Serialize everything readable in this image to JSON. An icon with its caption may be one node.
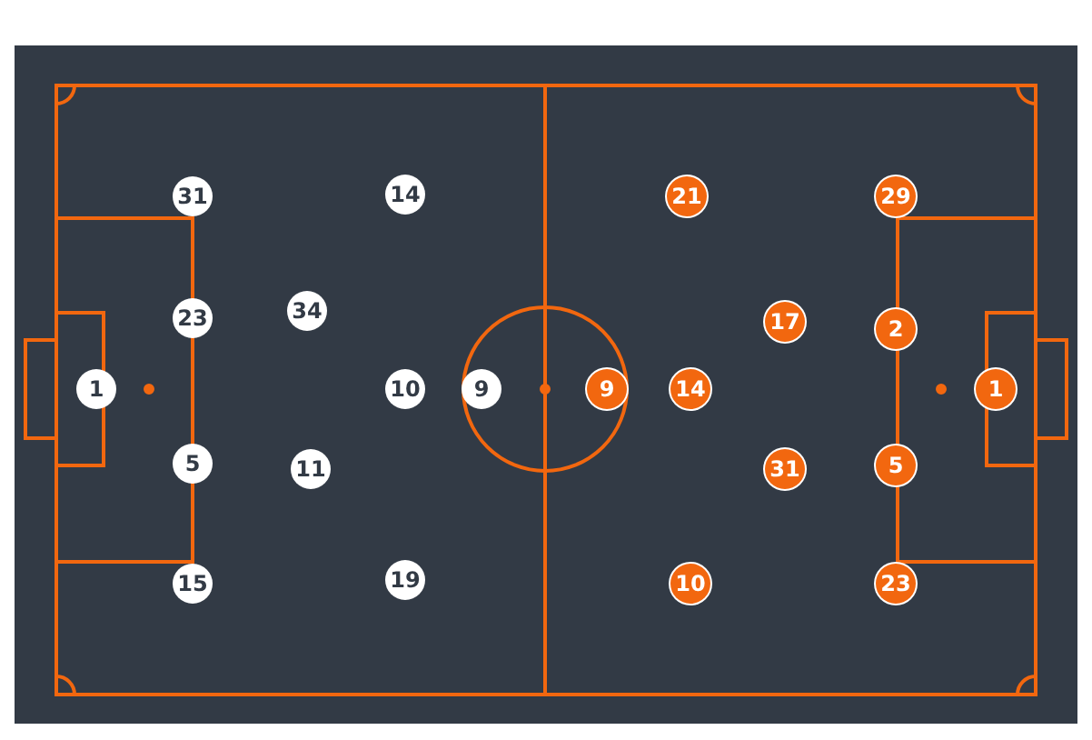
{
  "diagram": {
    "nodes": [
      {
        "text": [
          "1"
        ]
      },
      {
        "text": [
          "31"
        ]
      },
      {
        "text": [
          "23"
        ]
      },
      {
        "text": [
          "5"
        ]
      },
      {
        "text": [
          "15"
        ]
      },
      {
        "text": [
          "34"
        ]
      },
      {
        "text": [
          "11"
        ]
      },
      {
        "text": [
          "14"
        ]
      },
      {
        "text": [
          "10"
        ]
      },
      {
        "text": [
          "19"
        ]
      },
      {
        "text": [
          "9"
        ]
      },
      {
        "text": [
          "9"
        ]
      },
      {
        "text": [
          "21"
        ]
      },
      {
        "text": [
          "14"
        ]
      },
      {
        "text": [
          "10"
        ]
      },
      {
        "text": [
          "17"
        ]
      },
      {
        "text": [
          "31"
        ]
      },
      {
        "text": [
          "29"
        ]
      },
      {
        "text": [
          "2"
        ]
      },
      {
        "text": [
          "5"
        ]
      },
      {
        "text": [
          "23"
        ]
      },
      {
        "text": [
          "1"
        ]
      }
    ]
  }
}
